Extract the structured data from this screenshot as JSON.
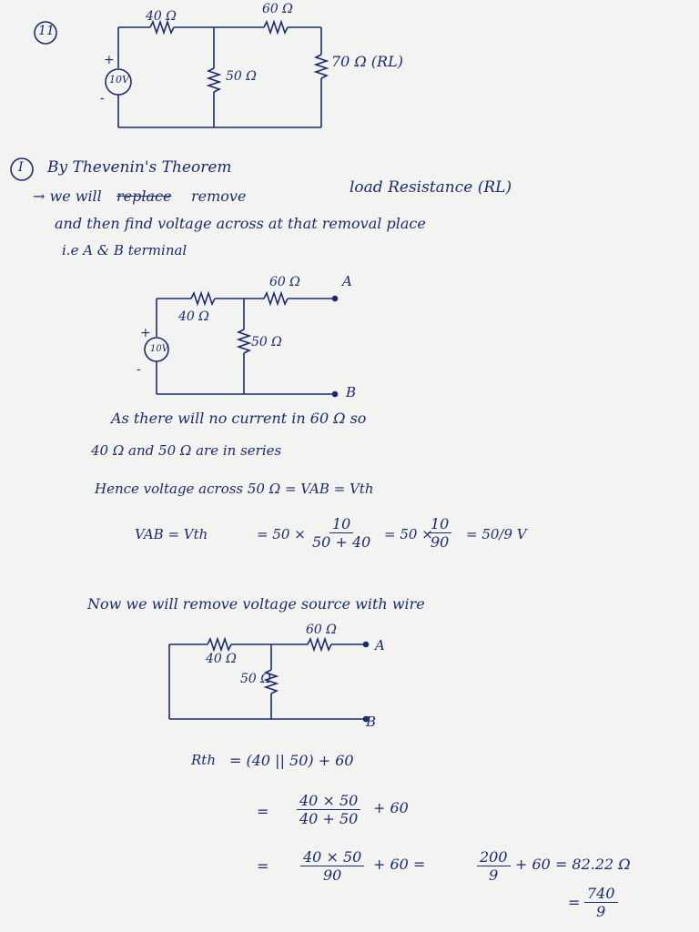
{
  "problem": {
    "number": "11",
    "circuit1": {
      "r1": "40 Ω",
      "r2": "60 Ω",
      "r3": "50 Ω",
      "rl": "70 Ω (RL)",
      "source": "10V",
      "plus": "+",
      "minus": "-"
    }
  },
  "solution": {
    "heading_num": "I",
    "heading": "By Thevenin's Theorem",
    "line1_a": "→ we will",
    "line1_strike": "replace",
    "line1_b": "remove",
    "line1_c": "load Resistance (RL)",
    "line2": "and then find voltage across at that removal place",
    "line3": "i.e A & B terminal",
    "circuit2": {
      "r1": "40 Ω",
      "r2": "60 Ω",
      "r3": "50 Ω",
      "source": "10V",
      "a": "A",
      "b": "B",
      "plus": "+",
      "minus": "-"
    },
    "note1": "As there will no current in 60 Ω so",
    "note2": "40 Ω   and 50 Ω   are in series",
    "hence": "Hence   voltage across 50 Ω  =  VAB = Vth",
    "vab_lhs": "VAB = Vth",
    "vab_eq1": "=  50 ×",
    "vab_frac1_num": "10",
    "vab_frac1_den": "50 + 40",
    "vab_eq2": "= 50 ×",
    "vab_frac2_num": "10",
    "vab_frac2_den": "90",
    "vab_eq3": "=  50/9 V",
    "now_line": "Now we will remove voltage source with wire",
    "circuit3": {
      "r1": "40 Ω",
      "r2": "60 Ω",
      "r3": "50 Ω",
      "a": "A",
      "b": "B"
    },
    "rth_lhs": "Rth",
    "rth_eq1": "=      (40 || 50) + 60",
    "rth_eq2_sign": "=",
    "rth_frac1_num": "40 × 50",
    "rth_frac1_den": "40 + 50",
    "rth_plus1": "+ 60",
    "rth_eq3_sign": "=",
    "rth_frac2_num": "40 × 50",
    "rth_frac2_den": "90",
    "rth_plus2": "+ 60  =",
    "rth_frac3_num": "200",
    "rth_frac3_den": "9",
    "rth_plus3": "+ 60  =   82.22 Ω",
    "rth_frac4_prefix": "=",
    "rth_frac4_num": "740",
    "rth_frac4_den": "9"
  }
}
